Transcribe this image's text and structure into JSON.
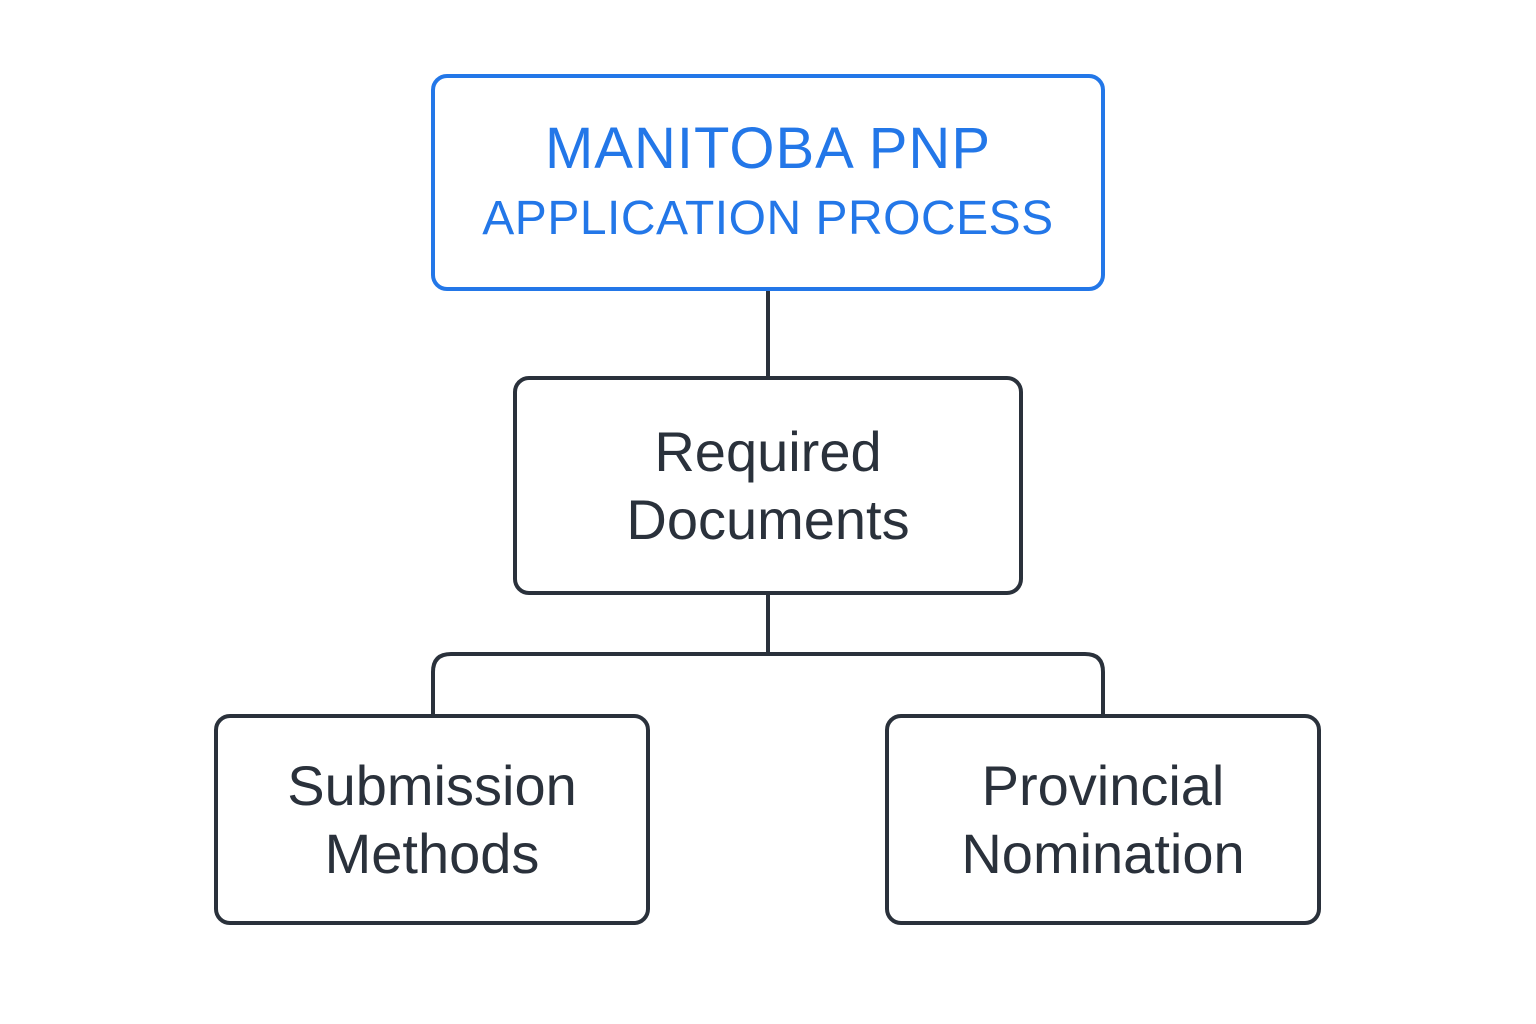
{
  "diagram": {
    "root": {
      "line1": "MANITOBA PNP",
      "line2": "APPLICATION PROCESS"
    },
    "middle": {
      "line1": "Required",
      "line2": "Documents"
    },
    "left_child": {
      "line1": "Submission",
      "line2": "Methods"
    },
    "right_child": {
      "line1": "Provincial",
      "line2": "Nomination"
    },
    "colors": {
      "accent": "#2377e8",
      "node_border": "#2a313b",
      "connector": "#2a313b",
      "background": "#ffffff"
    }
  }
}
